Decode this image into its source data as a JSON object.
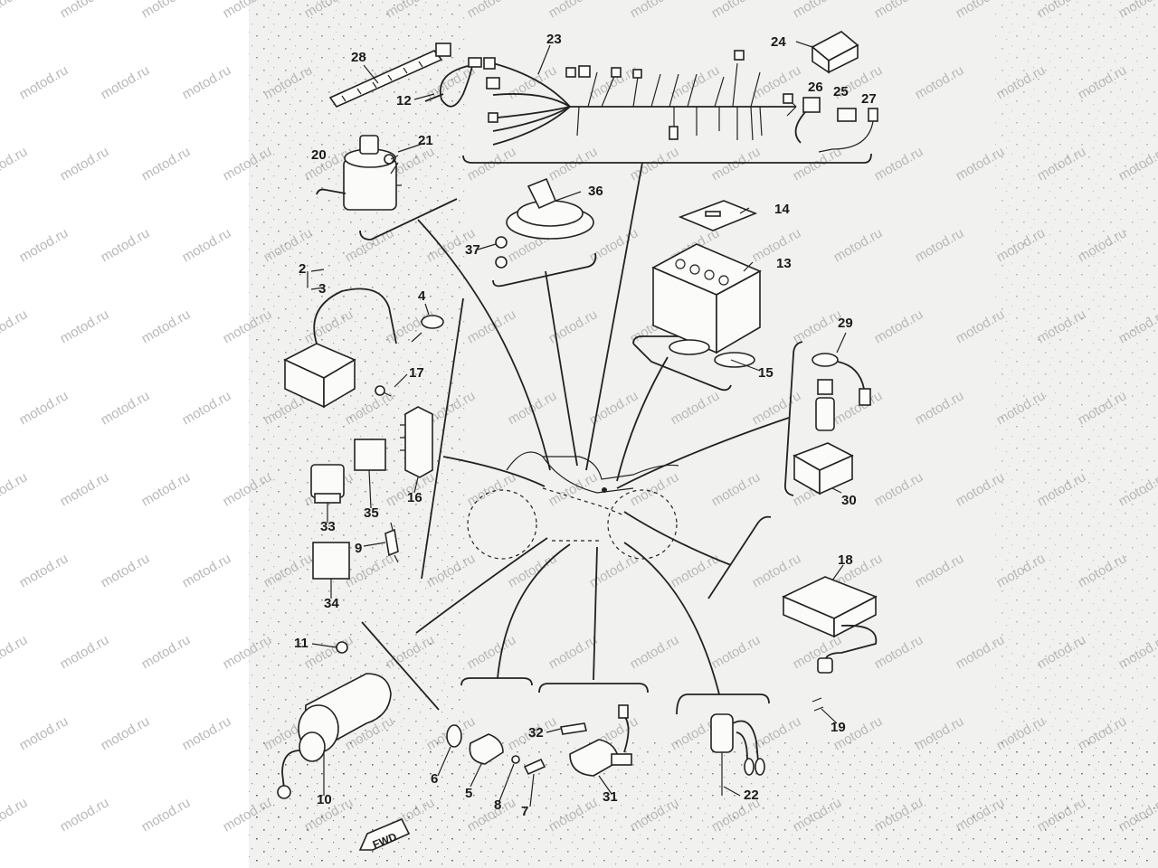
{
  "watermark": "motod.ru",
  "fwd_label": "FWD",
  "callouts": [
    {
      "id": "p2",
      "text": "2"
    },
    {
      "id": "p3",
      "text": "3"
    },
    {
      "id": "p4",
      "text": "4"
    },
    {
      "id": "p5",
      "text": "5"
    },
    {
      "id": "p6",
      "text": "6"
    },
    {
      "id": "p7",
      "text": "7"
    },
    {
      "id": "p8",
      "text": "8"
    },
    {
      "id": "p9",
      "text": "9"
    },
    {
      "id": "p10",
      "text": "10"
    },
    {
      "id": "p11",
      "text": "11"
    },
    {
      "id": "p12",
      "text": "12"
    },
    {
      "id": "p13",
      "text": "13"
    },
    {
      "id": "p14",
      "text": "14"
    },
    {
      "id": "p15",
      "text": "15"
    },
    {
      "id": "p16",
      "text": "16"
    },
    {
      "id": "p17",
      "text": "17"
    },
    {
      "id": "p18",
      "text": "18"
    },
    {
      "id": "p19",
      "text": "19"
    },
    {
      "id": "p20",
      "text": "20"
    },
    {
      "id": "p21",
      "text": "21"
    },
    {
      "id": "p22",
      "text": "22"
    },
    {
      "id": "p23",
      "text": "23"
    },
    {
      "id": "p24",
      "text": "24"
    },
    {
      "id": "p25",
      "text": "25"
    },
    {
      "id": "p26",
      "text": "26"
    },
    {
      "id": "p27",
      "text": "27"
    },
    {
      "id": "p28",
      "text": "28"
    },
    {
      "id": "p29",
      "text": "29"
    },
    {
      "id": "p30",
      "text": "30"
    },
    {
      "id": "p31",
      "text": "31"
    },
    {
      "id": "p32",
      "text": "32"
    },
    {
      "id": "p33",
      "text": "33"
    },
    {
      "id": "p34",
      "text": "34"
    },
    {
      "id": "p35",
      "text": "35"
    },
    {
      "id": "p36",
      "text": "36"
    },
    {
      "id": "p37",
      "text": "37"
    }
  ]
}
